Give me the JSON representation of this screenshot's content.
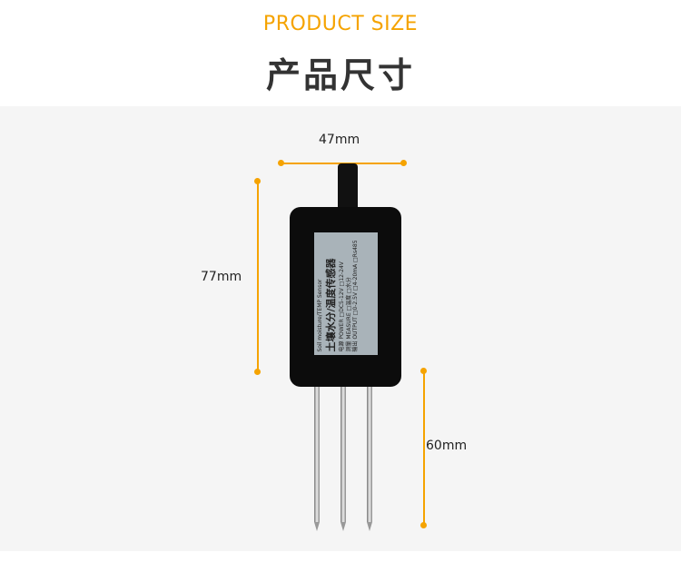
{
  "header": {
    "subtitle": "PRODUCT SIZE",
    "title": "产品尺寸"
  },
  "dimensions": {
    "width": "47mm",
    "height": "77mm",
    "probe_length": "60mm"
  },
  "sensor_label": {
    "line1": "Soil moisture/TEMP Sensor",
    "line2": "土壤水分/温度传感器",
    "rows": [
      "电源 POWER □DC5-12V □12-24V",
      "测量 MEASURE □温度 □水分",
      "输出 OUTPUT □0-2.5V □4-20mA □Rs485"
    ]
  },
  "colors": {
    "accent": "#f5a300",
    "title": "#333333",
    "background": "#f5f5f5"
  }
}
